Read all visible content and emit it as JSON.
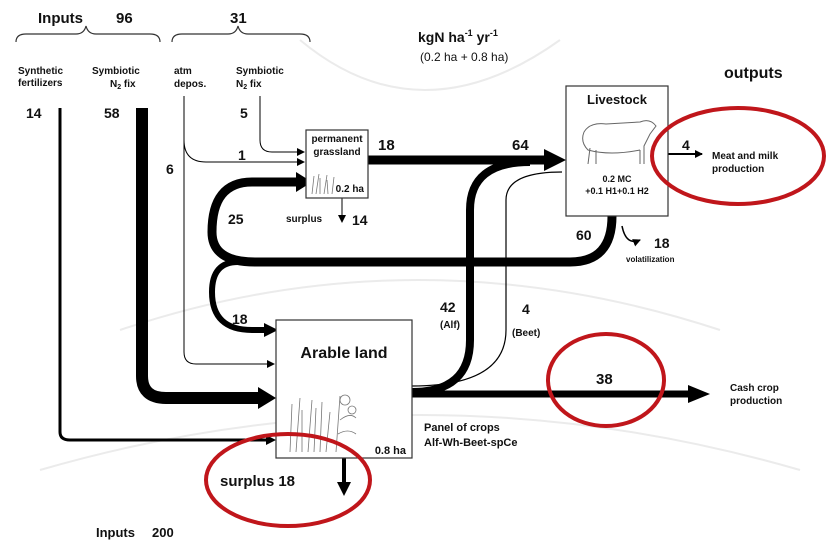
{
  "header": {
    "inputs_label": "Inputs",
    "inputs_value_a": "96",
    "inputs_value_b": "31",
    "unit_main": "kgN ha",
    "unit_sup1": "-1",
    "unit_mid": " yr",
    "unit_sup2": "-1",
    "area_note": "(0.2 ha + 0.8 ha)",
    "outputs_label": "outputs"
  },
  "input_sources": {
    "synthetic": "Synthetic",
    "fertilizers": "fertilizers",
    "symbiotic_a": "Symbiotic",
    "n2fix_a": "N",
    "n2fix_a_sub": "2",
    "n2fix_a_tail": " fix",
    "atm": "atm",
    "depos": "depos.",
    "symbiotic_b": "Symbiotic",
    "n2fix_b": "N",
    "n2fix_b_sub": "2",
    "n2fix_b_tail": " fix"
  },
  "nodes": {
    "grassland_line1": "permanent",
    "grassland_line2": "grassland",
    "grassland_area": "0.2 ha",
    "livestock_title": "Livestock",
    "livestock_line1": "0.2 MC",
    "livestock_line2": "+0.1 H1+0.1 H2",
    "arable_title": "Arable land",
    "arable_area": "0.8 ha"
  },
  "flows": {
    "synthetic_in": "14",
    "symbiotic_in": "58",
    "atm_to_arable": "6",
    "atm_to_grass": "1",
    "symb_to_grass": "5",
    "grass_to_livestock": "18",
    "to_livestock": "64",
    "meat_milk": "4",
    "livestock_out": "60",
    "volatilization": "18",
    "manure_to_grass": "25",
    "grass_surplus_label": "surplus",
    "grass_surplus": "14",
    "manure_to_arable": "18",
    "alf_value": "42",
    "alf_label": "(Alf)",
    "beet_value": "4",
    "beet_label": "(Beet)",
    "cash_crop": "38",
    "arable_surplus": "surplus 18",
    "total_inputs_label": "Inputs",
    "total_inputs_value": "200"
  },
  "outputs": {
    "meat_line1": "Meat and milk",
    "meat_line2": "production",
    "volatilization_label": "volatilization",
    "cash_line1": "Cash crop",
    "cash_line2": "production",
    "crops_line1": "Panel of crops",
    "crops_line2": "Alf-Wh-Beet-spCe"
  },
  "style": {
    "highlight_color": "#c0161b",
    "arrow_color": "#000000",
    "watermark_color": "#ebebeb"
  }
}
